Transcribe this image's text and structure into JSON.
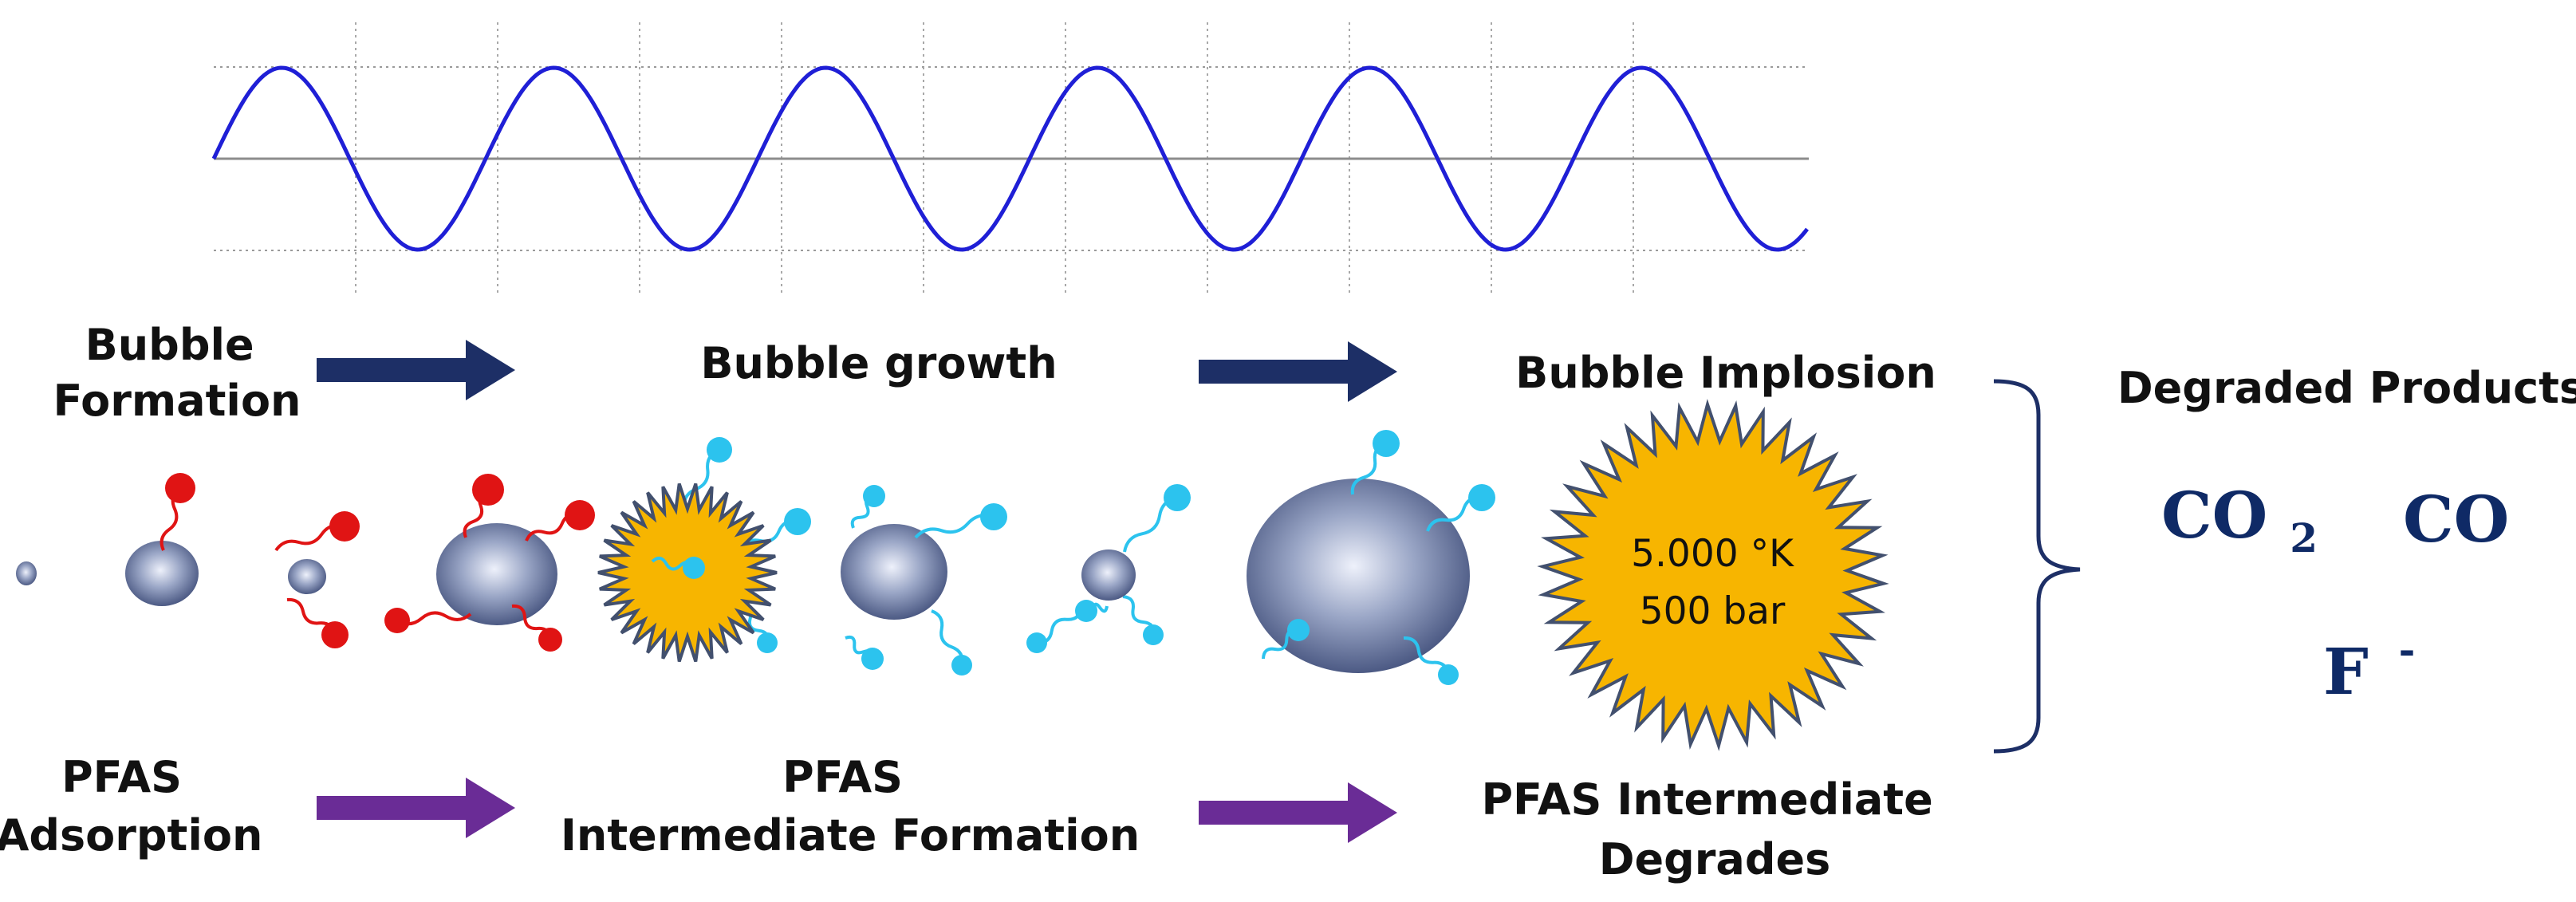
{
  "colors": {
    "wave": "#1f1fd6",
    "grid": "#9a9a9a",
    "axis": "#8c8c8c",
    "arrow_navy": "#1d2f66",
    "arrow_purple": "#6a2c96",
    "bubble_light": "#eef1fb",
    "bubble_mid": "#9aa6c6",
    "bubble_dark": "#3e4c78",
    "pfas_red": "#e01414",
    "pfas_cyan": "#2cc3ee",
    "star_fill": "#f7b500",
    "star_stroke": "#42506e",
    "brace": "#1d2f66",
    "product_text": "#0f2a66"
  },
  "stages": {
    "formation": {
      "line1": "Bubble",
      "line2": "Formation"
    },
    "growth": "Bubble growth",
    "implosion": "Bubble Implosion"
  },
  "pfas_stages": {
    "adsorption": {
      "line1": "PFAS",
      "line2": "Adsorption"
    },
    "intermediate": {
      "line1": "PFAS",
      "line2": "Intermediate Formation"
    },
    "degrades": {
      "line1": "PFAS Intermediate",
      "line2": "Degrades"
    }
  },
  "implosion_conditions": {
    "temperature": "5.000 °K",
    "pressure": "500 bar"
  },
  "products": {
    "title": "Degraded Products",
    "co2_base": "CO",
    "co2_sub": "2",
    "co": "CO",
    "fluoride_base": "F",
    "fluoride_sup": "-"
  }
}
